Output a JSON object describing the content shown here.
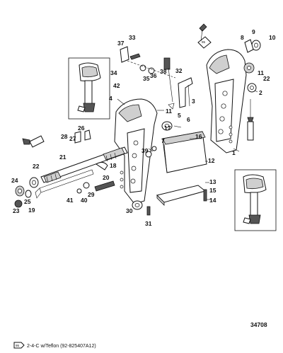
{
  "callouts": {
    "c1": "1",
    "c2": "2",
    "c3": "3",
    "c4": "4",
    "c5": "5",
    "c6": "6",
    "c7": "7",
    "c8": "8",
    "c9": "9",
    "c10": "10",
    "c11": "11",
    "c11b": "11",
    "c12": "12",
    "c13": "13",
    "c14": "14",
    "c15": "15",
    "c16": "16",
    "c17": "17",
    "c18": "18",
    "c19": "19",
    "c20": "20",
    "c21": "21",
    "c22": "22",
    "c22b": "22",
    "c23": "23",
    "c24": "24",
    "c25": "25",
    "c26": "26",
    "c27": "27",
    "c28": "28",
    "c29": "29",
    "c30": "30",
    "c31": "31",
    "c32": "32",
    "c33": "33",
    "c34": "34",
    "c35": "35",
    "c36": "36",
    "c37": "37",
    "c38": "38",
    "c39": "39",
    "c40": "40",
    "c41": "41",
    "c42": "42"
  },
  "tube_marks": {
    "t1": "95",
    "t2": "95"
  },
  "figure_number": "34708",
  "legend": {
    "symbol": "95",
    "text": "2-4-C w/Teflon (92-825407A12)"
  }
}
